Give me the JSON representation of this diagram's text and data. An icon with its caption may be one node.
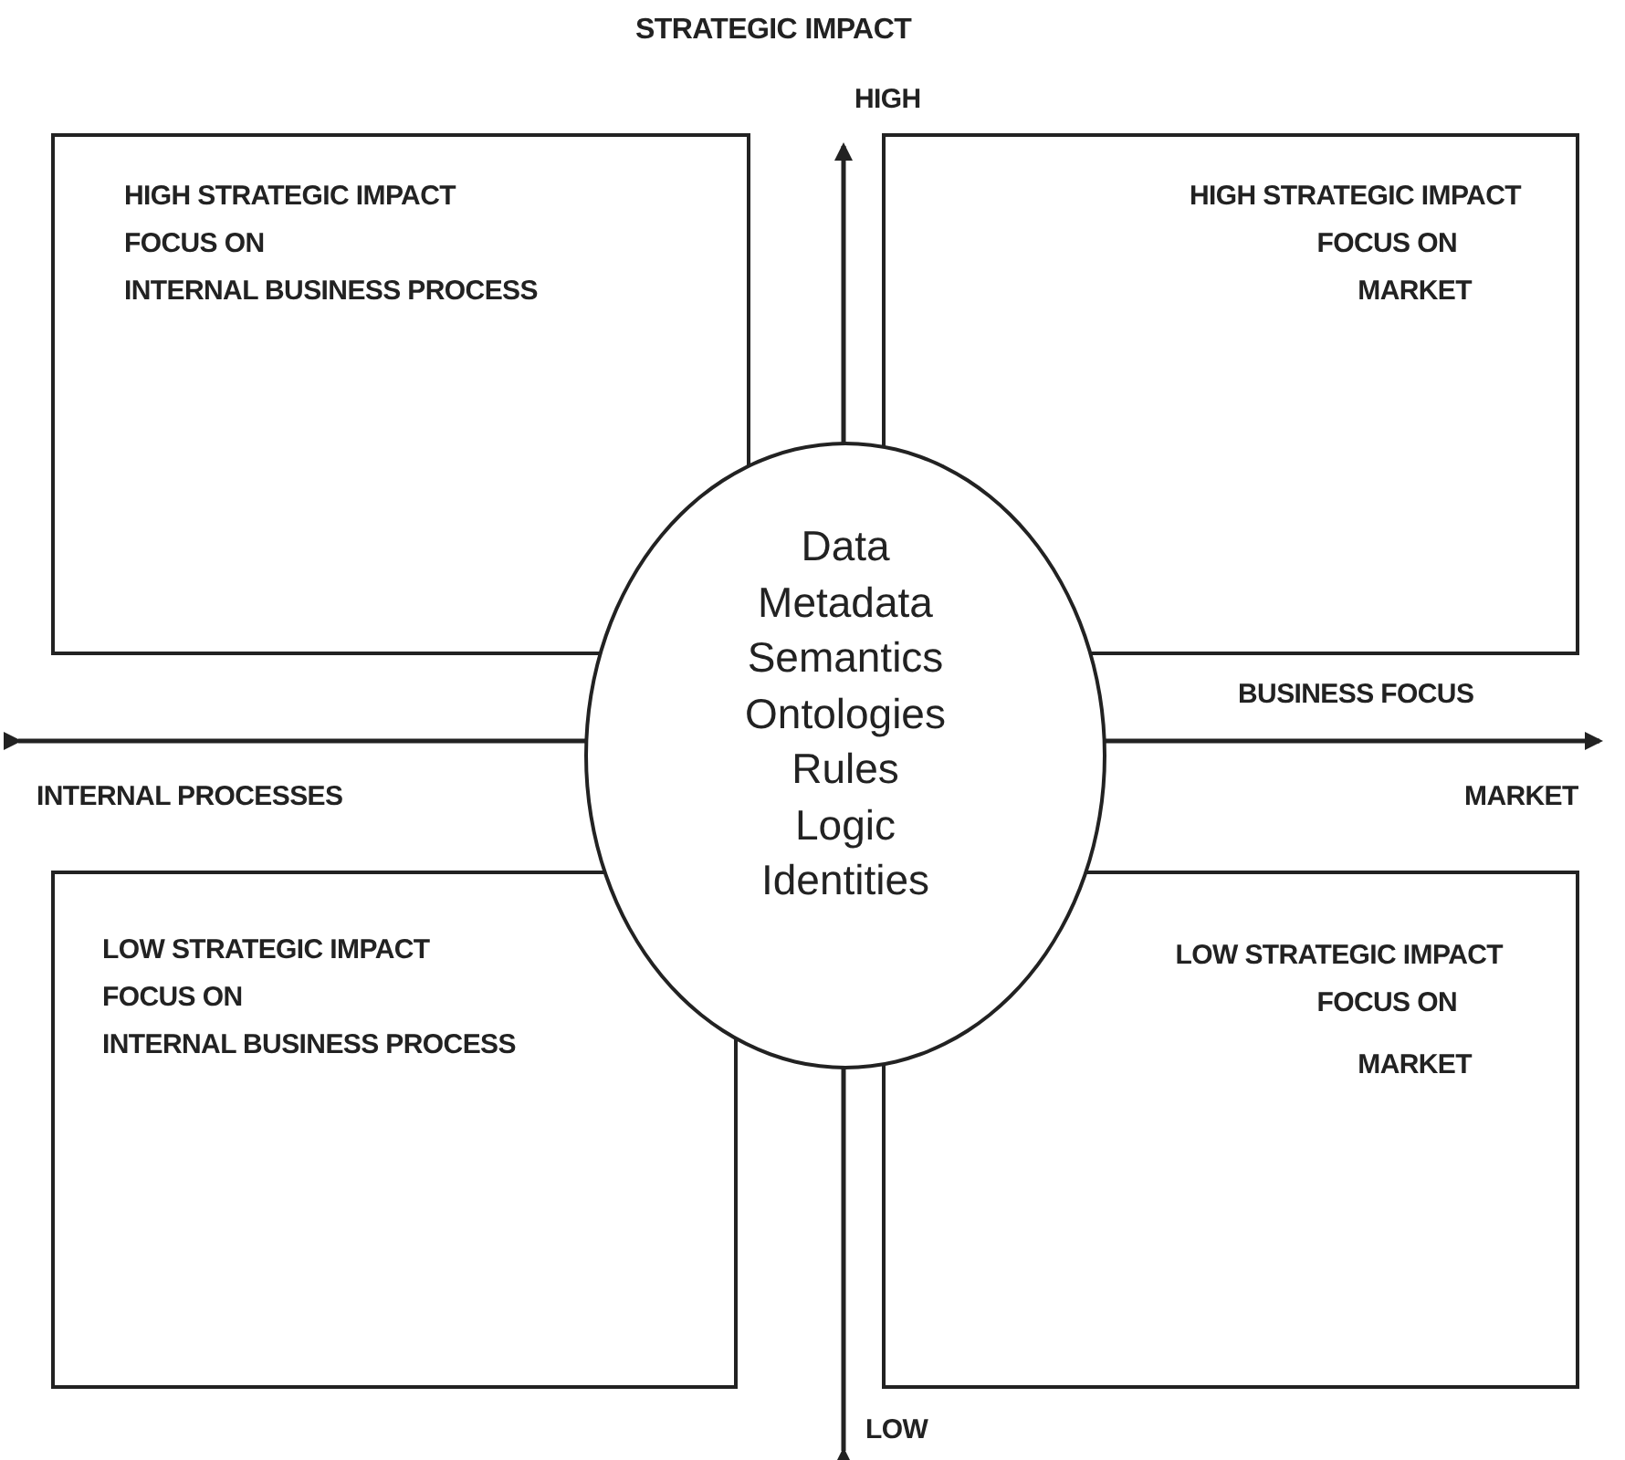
{
  "diagram": {
    "nodes": [
      {
        "text": [
          "HIGH STRATEGIC IMPACT",
          "FOCUS ON",
          "INTERNAL BUSINESS PROCESS"
        ]
      },
      {
        "text": [
          "HIGH STRATEGIC IMPACT",
          "FOCUS ON",
          "MARKET"
        ]
      },
      {
        "text": [
          "Data",
          "Metadata",
          "Semantics",
          "Ontologies",
          "Rules",
          "Logic",
          "Identities"
        ]
      },
      {
        "text": [
          "LOW STRATEGIC IMPACT",
          "FOCUS ON",
          "INTERNAL BUSINESS PROCESS"
        ]
      },
      {
        "text": [
          "LOW STRATEGIC IMPACT",
          "FOCUS ON",
          "MARKET"
        ]
      }
    ],
    "labels": [
      "STRATEGIC IMPACT",
      "HIGH",
      "BUSINESS FOCUS",
      "INTERNAL PROCESSES",
      "MARKET",
      "LOW"
    ]
  }
}
